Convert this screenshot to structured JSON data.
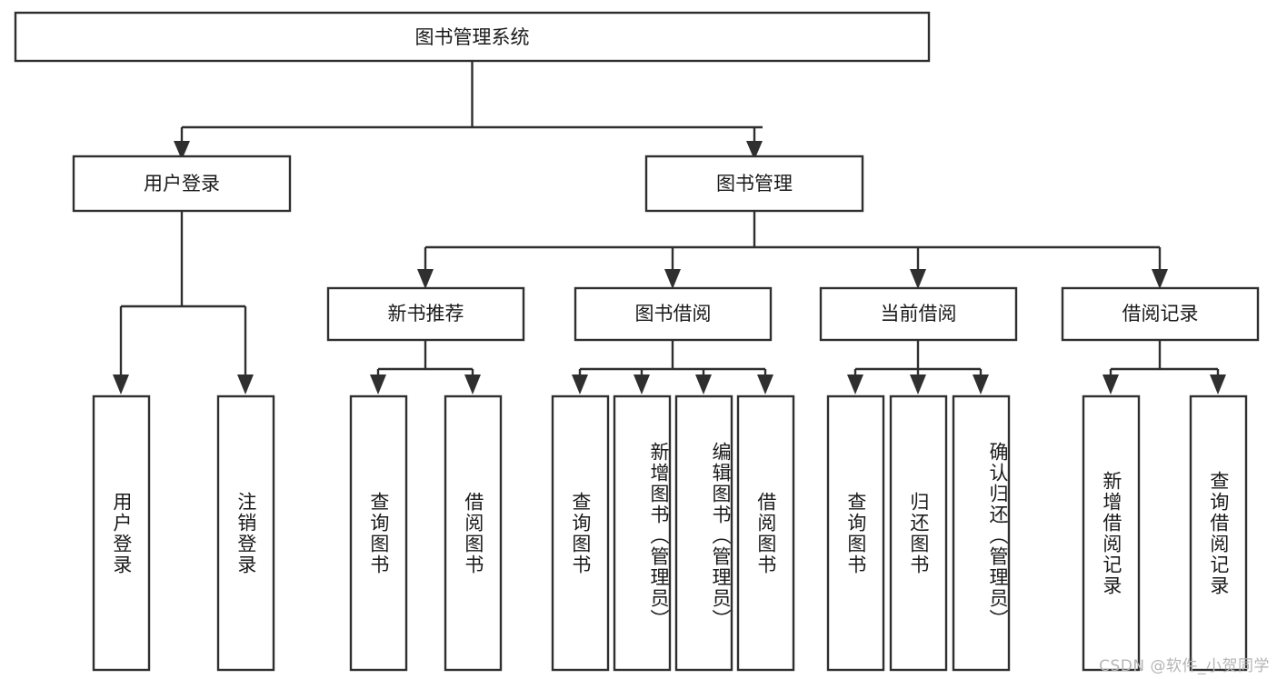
{
  "diagram": {
    "title": "图书管理系统",
    "watermark": "CSDN @软件_小贺同学",
    "colors": {
      "stroke": "#2f2f2f",
      "fill": "#ffffff",
      "text": "#1a1a1a",
      "watermark": "#b5b5b5",
      "background": "#ffffff"
    },
    "root": {
      "label": "图书管理系统"
    },
    "level2": [
      {
        "label": "用户登录"
      },
      {
        "label": "图书管理"
      }
    ],
    "level3": [
      {
        "label": "新书推荐"
      },
      {
        "label": "图书借阅"
      },
      {
        "label": "当前借阅"
      },
      {
        "label": "借阅记录"
      }
    ],
    "leaves": {
      "user_login": [
        {
          "label": "用户登录"
        },
        {
          "label": "注销登录"
        }
      ],
      "new_book_recommend": [
        {
          "label": "查询图书"
        },
        {
          "label": "借阅图书"
        }
      ],
      "book_borrow": [
        {
          "label": "查询图书"
        },
        {
          "label": "新增图书（管理员）"
        },
        {
          "label": "编辑图书（管理员）"
        },
        {
          "label": "借阅图书"
        }
      ],
      "current_borrow": [
        {
          "label": "查询图书"
        },
        {
          "label": "归还图书"
        },
        {
          "label": "确认归还（管理员）"
        }
      ],
      "borrow_record": [
        {
          "label": "新增借阅记录"
        },
        {
          "label": "查询借阅记录"
        }
      ]
    }
  }
}
